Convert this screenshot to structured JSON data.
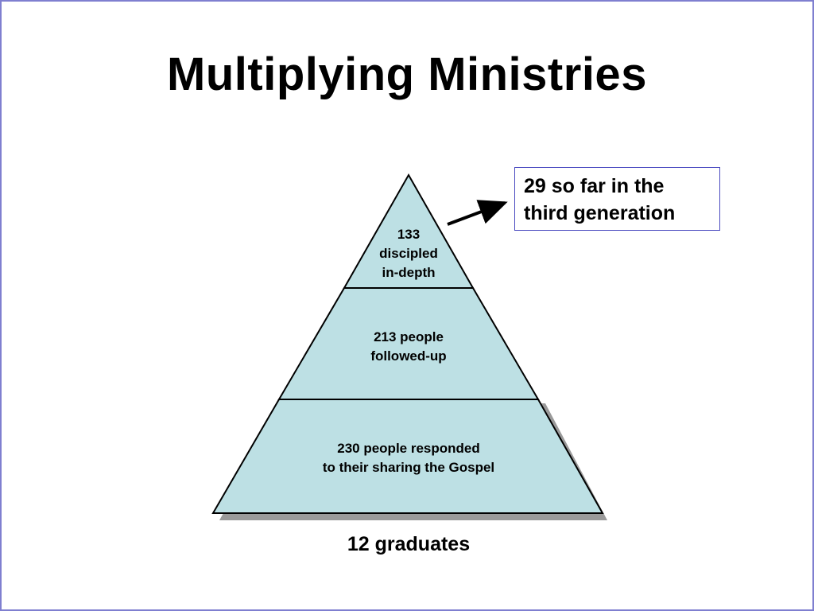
{
  "slide": {
    "title": "Multiplying Ministries",
    "callout": {
      "line1": "29 so far in the",
      "line2": "third generation"
    },
    "pyramid": {
      "fill_color": "#bde0e4",
      "shadow_color": "#9a9a9a",
      "tiers": [
        {
          "lines": [
            "133",
            "discipled",
            "in-depth"
          ]
        },
        {
          "lines": [
            "213 people",
            "followed-up"
          ]
        },
        {
          "lines": [
            "230 people responded",
            "to their sharing the Gospel"
          ]
        }
      ],
      "base_label": "12 graduates"
    }
  }
}
